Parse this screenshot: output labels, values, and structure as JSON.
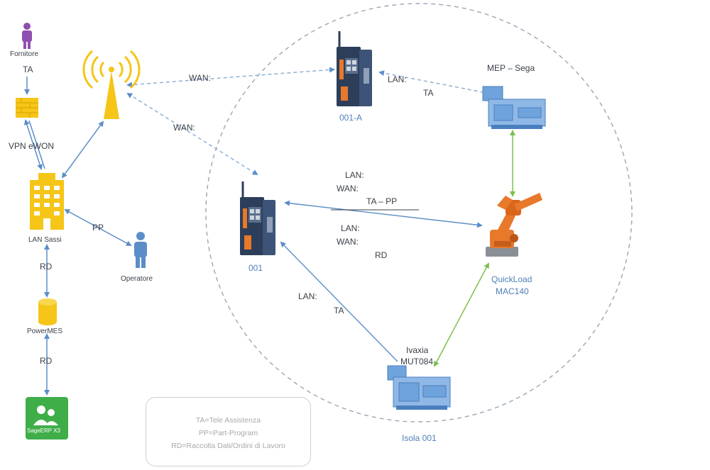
{
  "nodes": {
    "fornitore": "Fornitore",
    "lan_sassi": "LAN Sassi",
    "operatore": "Operatore",
    "powermes": "PowerMES",
    "sage": "SageERP X3",
    "router_a": "001-A",
    "router_001": "001",
    "mep_sega": "MEP – Sega",
    "quickload_line1": "QuickLoad",
    "quickload_line2": "MAC140",
    "ivaxia_line1": "Ivaxia",
    "ivaxia_line2": "MUT084",
    "isola": "Isola 001"
  },
  "links": {
    "ta_left": "TA",
    "vpn": "VPN eWON",
    "pp_left": "PP",
    "rd_1": "RD",
    "rd_2": "RD",
    "wan_top": "WAN:",
    "wan_mid": "WAN:",
    "lan_mep": "LAN:",
    "ta_mep": "TA",
    "lan_upper": "LAN:",
    "wan_upper": "WAN:",
    "ta_pp": "TA – PP",
    "lan_lower": "LAN:",
    "wan_lower": "WAN:",
    "rd_center": "RD",
    "lan_bottom": "LAN:",
    "ta_bottom": "TA"
  },
  "legend": {
    "line1": "TA=Tele Assistenza",
    "line2": "PP=Part-Program",
    "line3": "RD=Raccolta Dati/Ordini di Lavoro"
  },
  "colors": {
    "arrow_blue": "#5b8ec8",
    "dashed": "#9aa7b4",
    "green_link": "#7cbf4a",
    "gold": "#f5c518",
    "purple_person": "#8e4fb0",
    "machine_blue": "#6fa3dc",
    "robot_orange": "#e8782a",
    "router_dark": "#2c3e5a",
    "sage_green": "#3fae49"
  }
}
